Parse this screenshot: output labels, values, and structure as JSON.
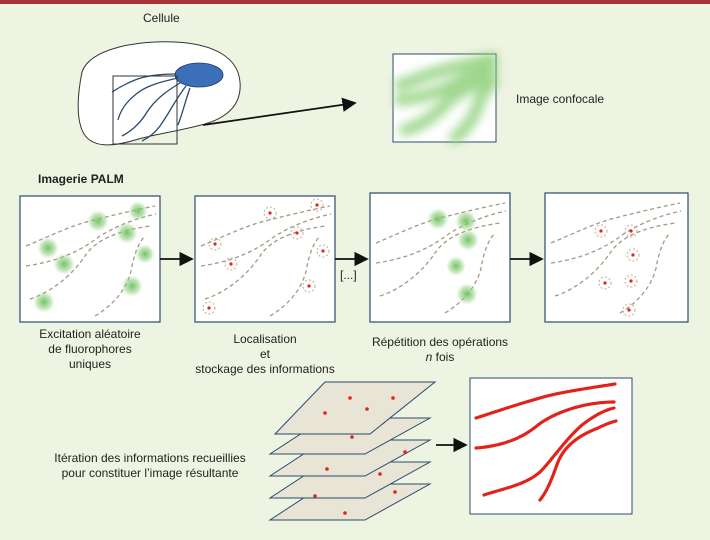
{
  "colors": {
    "background": "#eef4e2",
    "top_bar": "#a8323a",
    "panel_border": "#2a4b6b",
    "nucleus": "#3b6fb8",
    "fluorophore": "#7cc36a",
    "localization": "#e0231b",
    "stack_layer": "#e8e4d6"
  },
  "labels": {
    "cell": "Cellule",
    "confocal": "Image confocale",
    "palm_title": "Imagerie PALM",
    "ellipsis": "[...]",
    "step1": [
      "Excitation aléatoire",
      "de fluorophores",
      "uniques"
    ],
    "step2": [
      "Localisation",
      "et",
      "stockage des informations"
    ],
    "step3_line1": "Répétition des opérations",
    "step3_n": "n",
    "step3_rest": " fois",
    "iteration": [
      "Itération des informations recueillies",
      "pour constituer l’image résultante"
    ]
  },
  "icons": [
    "arrow-right-icon"
  ]
}
